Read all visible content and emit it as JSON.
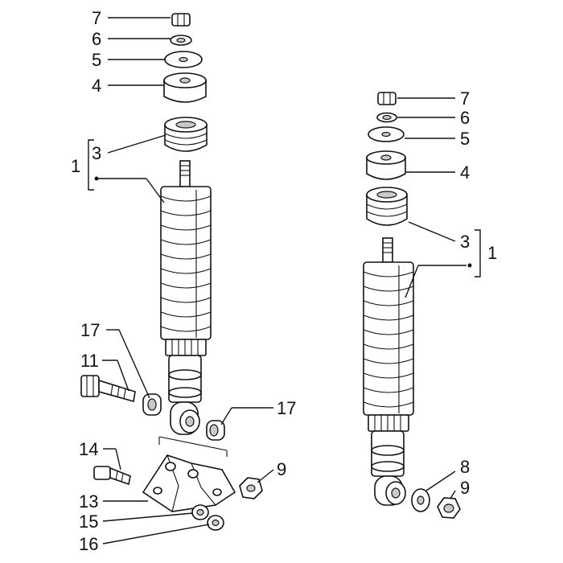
{
  "diagram": {
    "left_assembly": {
      "labels": [
        "7",
        "6",
        "5",
        "4",
        "3",
        "1",
        "17",
        "11",
        "17",
        "9",
        "14",
        "13",
        "15",
        "16"
      ]
    },
    "right_assembly": {
      "labels": [
        "7",
        "6",
        "5",
        "4",
        "3",
        "1",
        "8",
        "9"
      ]
    }
  }
}
